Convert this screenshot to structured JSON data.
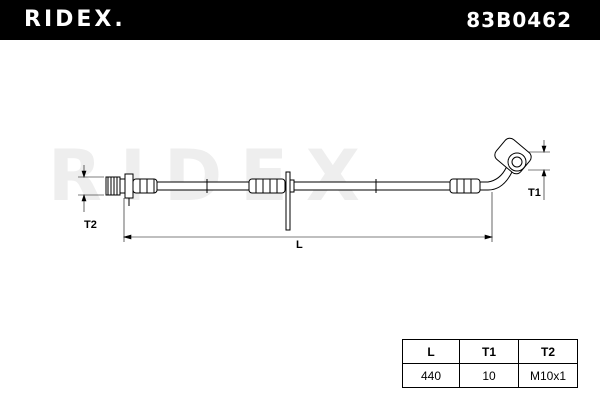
{
  "header": {
    "brand": "RIDEX.",
    "part_number": "83B0462"
  },
  "drawing": {
    "watermark": "RIDEX",
    "dim_t2": "T2",
    "dim_t1": "T1",
    "dim_l": "L"
  },
  "spec_table": {
    "headers": [
      "L",
      "T1",
      "T2"
    ],
    "values": [
      "440",
      "10",
      "M10x1"
    ]
  },
  "colors": {
    "header_bg": "#000000",
    "header_text": "#ffffff",
    "line": "#000000",
    "watermark": "#eeeeee"
  }
}
